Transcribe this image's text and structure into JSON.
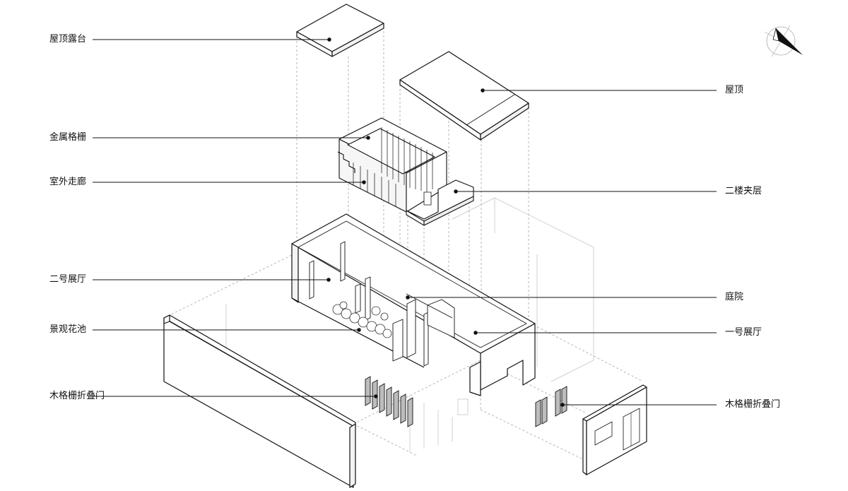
{
  "labels": {
    "roof_terrace": "屋顶露台",
    "roof": "屋顶",
    "metal_grille": "金属格栅",
    "outdoor_corridor": "室外走廊",
    "mezzanine_2f": "二楼夹层",
    "gallery_2": "二号展厅",
    "courtyard": "庭院",
    "landscape_planter": "景观花池",
    "gallery_1": "一号展厅",
    "wood_folding_door_left": "木格栅折叠门",
    "wood_folding_door_right": "木格栅折叠门"
  },
  "colors": {
    "line": "#111111",
    "ghost": "#9a9a9a",
    "fill": "#ffffff",
    "shade": "#e6e6e6",
    "door_fill": "#bdbdbd"
  }
}
